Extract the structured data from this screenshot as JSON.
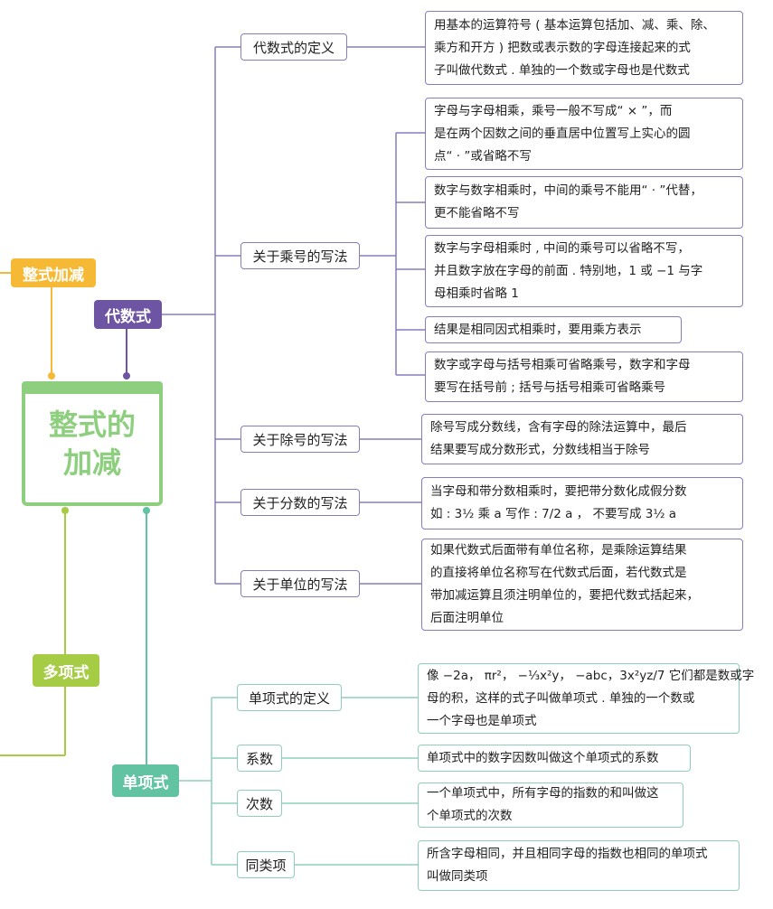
{
  "center": {
    "line1": "整式的",
    "line2": "加减"
  },
  "branches": {
    "zhengshi": "整式加减",
    "daishu": "代数式",
    "duoxiang": "多项式",
    "danxiang": "单项式"
  },
  "colors": {
    "orange": "#f6b935",
    "purple": "#6d55a3",
    "lightgreen": "#a6cc45",
    "teal": "#62c3a3",
    "green": "#8dcf7e"
  },
  "daishu_nodes": [
    {
      "label": "代数式的定义",
      "desc": [
        "用基本的运算符号 ( 基本运算包括加、减、乘、除、",
        "乘方和开方 ) 把数或表示数的字母连接起来的式",
        "子叫做代数式 . 单独的一个数或字母也是代数式"
      ]
    },
    {
      "label": "关于乘号的写法",
      "descs": [
        [
          "字母与字母相乘，乘号一般不写成“ × ”，而",
          "是在两个因数之间的垂直居中位置写上实心的圆",
          "点“ · ”或省略不写"
        ],
        [
          "数字与数字相乘时，中间的乘号不能用“ · ”代替，",
          "更不能省略不写"
        ],
        [
          "数字与字母相乘时 , 中间的乘号可以省略不写，",
          "并且数字放在字母的前面 . 特别地，1 或 −1 与字",
          "母相乘时省略 1"
        ],
        [
          "结果是相同因式相乘时，要用乘方表示"
        ],
        [
          "数字或字母与括号相乘可省略乘号，数字和字母",
          "要写在括号前 ; 括号与括号相乘可省略乘号"
        ]
      ]
    },
    {
      "label": "关于除号的写法",
      "desc": [
        "除号写成分数线，含有字母的除法运算中，最后",
        "结果要写成分数形式，分数线相当于除号"
      ]
    },
    {
      "label": "关于分数的写法",
      "desc": [
        "当字母和带分数相乘时，要把带分数化成假分数",
        "如 : 3½ 乘 a 写作 : 7/2 a ， 不要写成 3½ a"
      ]
    },
    {
      "label": "关于单位的写法",
      "desc": [
        "如果代数式后面带有单位名称，是乘除运算结果",
        "的直接将单位名称写在代数式后面，若代数式是",
        "带加减运算且须注明单位的，要把代数式括起来，",
        "后面注明单位"
      ]
    }
  ],
  "danxiang_nodes": [
    {
      "label": "单项式的定义",
      "desc": [
        "像 −2a， πr²， −⅓x²y， −abc，3x²yz/7   它们都是数或字",
        "母的积，这样的式子叫做单项式 . 单独的一个数或",
        "一个字母也是单项式"
      ]
    },
    {
      "label": "系数",
      "desc": [
        "单项式中的数字因数叫做这个单项式的系数"
      ]
    },
    {
      "label": "次数",
      "desc": [
        "一个单项式中，所有字母的指数的和叫做这",
        "个单项式的次数"
      ]
    },
    {
      "label": "同类项",
      "desc": [
        "所含字母相同，并且相同字母的指数也相同的单项式",
        "叫做同类项"
      ]
    }
  ]
}
